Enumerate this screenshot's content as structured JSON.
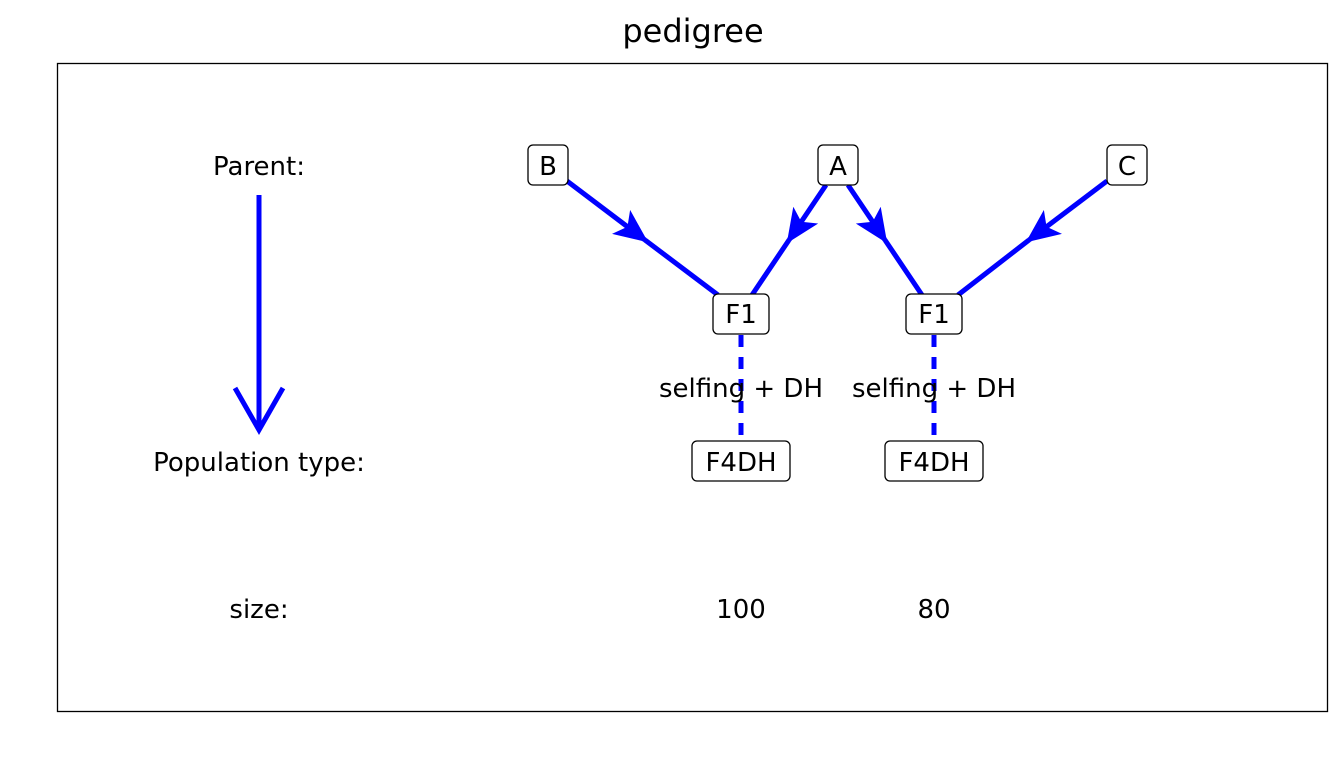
{
  "title": "pedigree",
  "colors": {
    "edge": "#0000ff",
    "frame": "#000000",
    "background": "#ffffff"
  },
  "row_labels": {
    "parent": "Parent:",
    "population_type": "Population type:",
    "size": "size:"
  },
  "nodes": {
    "parent_b": "B",
    "parent_a": "A",
    "parent_c": "C",
    "f1_left": "F1",
    "f1_right": "F1",
    "pop_left": "F4DH",
    "pop_right": "F4DH"
  },
  "methods": {
    "left": "selfing + DH",
    "right": "selfing + DH"
  },
  "sizes": {
    "left": "100",
    "right": "80"
  }
}
